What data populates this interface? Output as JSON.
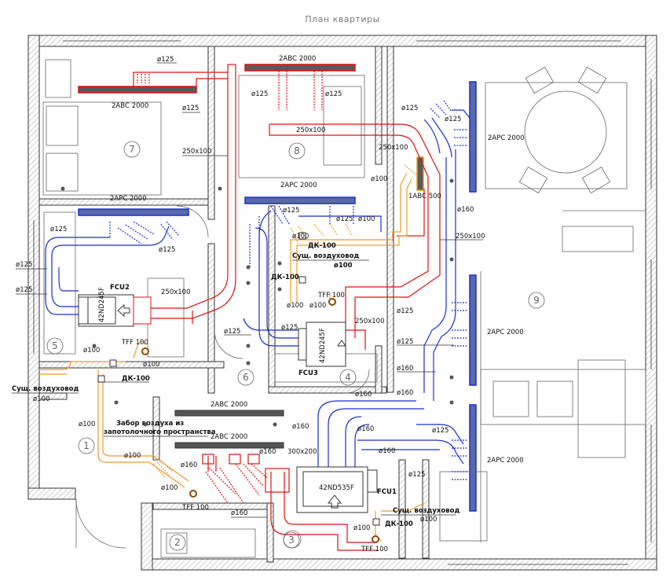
{
  "title": "План квартиры",
  "rooms": [
    "1",
    "2",
    "3",
    "4",
    "5",
    "6",
    "7",
    "8",
    "9"
  ],
  "units": {
    "fcu1": {
      "label": "FCU1",
      "model": "42ND535F"
    },
    "fcu2": {
      "label": "FCU2",
      "model": "42ND245F"
    },
    "fcu3": {
      "label": "FCU3",
      "model": "42ND245F"
    }
  },
  "grilles": {
    "supply_2000": "2АРС 2000",
    "return_2000": "2АВС 2000",
    "return_500": "1АВС 500"
  },
  "duct": {
    "d125": "ø125",
    "d100": "ø100",
    "d160": "ø160",
    "r250x100": "250x100",
    "r300x200": "300x200"
  },
  "valves": {
    "dk": "ДК-100",
    "tff": "TFF 100"
  },
  "notes": {
    "existing_duct": "Сущ. воздуховод",
    "intake_line1": "Забор воздуха из",
    "intake_line2": "запотолочного пространства"
  },
  "colors": {
    "supply": "#e01010",
    "return": "#1a2fd0",
    "exhaust": "#f09a2a",
    "grille_fill": "#5a6aa8"
  }
}
